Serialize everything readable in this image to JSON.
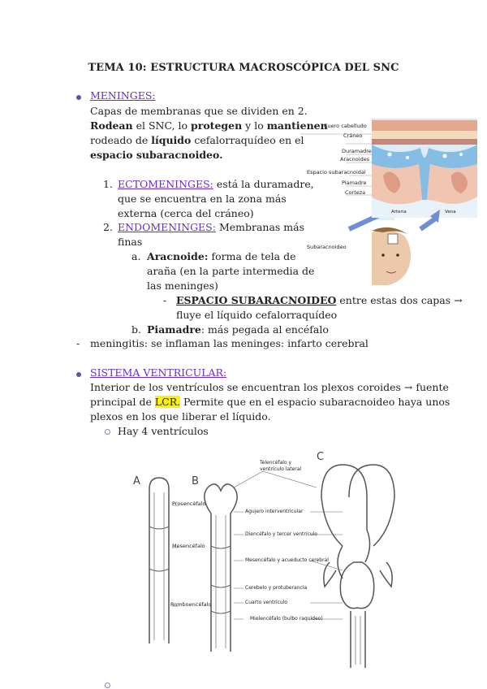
{
  "title": "TEMA 10: ESTRUCTURA MACROSCÓPICA DEL SNC",
  "meninges": {
    "heading": "MENINGES:",
    "p1": "Capas de membranas que se dividen en 2.",
    "p2a": "Rodean",
    "p2b": " el SNC, lo ",
    "p2c": "protegen",
    "p2d": " y lo ",
    "p2e": "mantienen",
    "p3a": "rodeado de ",
    "p3b": "líquido",
    "p3c": " cefalorraquídeo en el",
    "p4": "espacio subaracnoideo.",
    "item1_num": "1.",
    "item1_head": "ECTOMENINGES:",
    "item1_l1": " está la duramadre,",
    "item1_l2": "que se encuentra en la zona más",
    "item1_l3": "externa (cerca del cráneo)",
    "item2_num": "2.",
    "item2_head": "ENDOMENINGES:",
    "item2_l1": " Membranas más",
    "item2_l2": "finas",
    "a_num": "a.",
    "a_head": "Aracnoide:",
    "a_l1": " forma de tela de",
    "a_l2": "araña (en la parte intermedia de",
    "a_l3": "las meninges)",
    "dash_sym": "-",
    "esp_head": "ESPACIO SUBARACNOIDEO",
    "esp_l1": " entre estas dos capas →",
    "esp_l2": "fluye el líquido cefalorraquídeo",
    "b_num": "b.",
    "b_head": "Piamadre",
    "b_l1": ": más pegada al encéfalo",
    "mening_dash": "-",
    "mening_text": "meningitis: se inflaman las meninges: infarto cerebral"
  },
  "figure1": {
    "labels": [
      "Cuero cabelludo",
      "Cráneo",
      "Duramadre",
      "Aracnoides",
      "Espacio subaracnoidal",
      "Piamadre",
      "Corteza"
    ],
    "bottom_left": "Arteria",
    "bottom_right": "Vena",
    "caption": "Subaracnoideo"
  },
  "ventricular": {
    "heading": "SISTEMA VENTRICULAR:",
    "l1": "Interior de los ventrículos se encuentran los plexos coroides → fuente",
    "l2a": "principal de ",
    "l2hl": "LCR.",
    "l2b": " Permite que en el espacio subaracnoideo haya unos",
    "l3": "plexos en los que liberar el líquido.",
    "sub": "Hay 4 ventrículos"
  },
  "figure2": {
    "letters": [
      "A",
      "B",
      "C"
    ],
    "left_labels": [
      "Prosencéfalo",
      "Mesencéfalo",
      "Romboencéfalo"
    ],
    "mid_labels": [
      "Telencéfalo y ventrículo lateral",
      "Agujero interventricular",
      "Diencéfalo y tercer ventrículo",
      "Mesencéfalo y acueducto cerebral",
      "Cerebelo y protuberancia",
      "Cuarto ventrículo",
      "Mielencéfalo (bulbo raquídeo)"
    ]
  },
  "colors": {
    "accent": "#6a2bd0",
    "highlight": "#fff200",
    "bullet": "#6a4fa0"
  }
}
